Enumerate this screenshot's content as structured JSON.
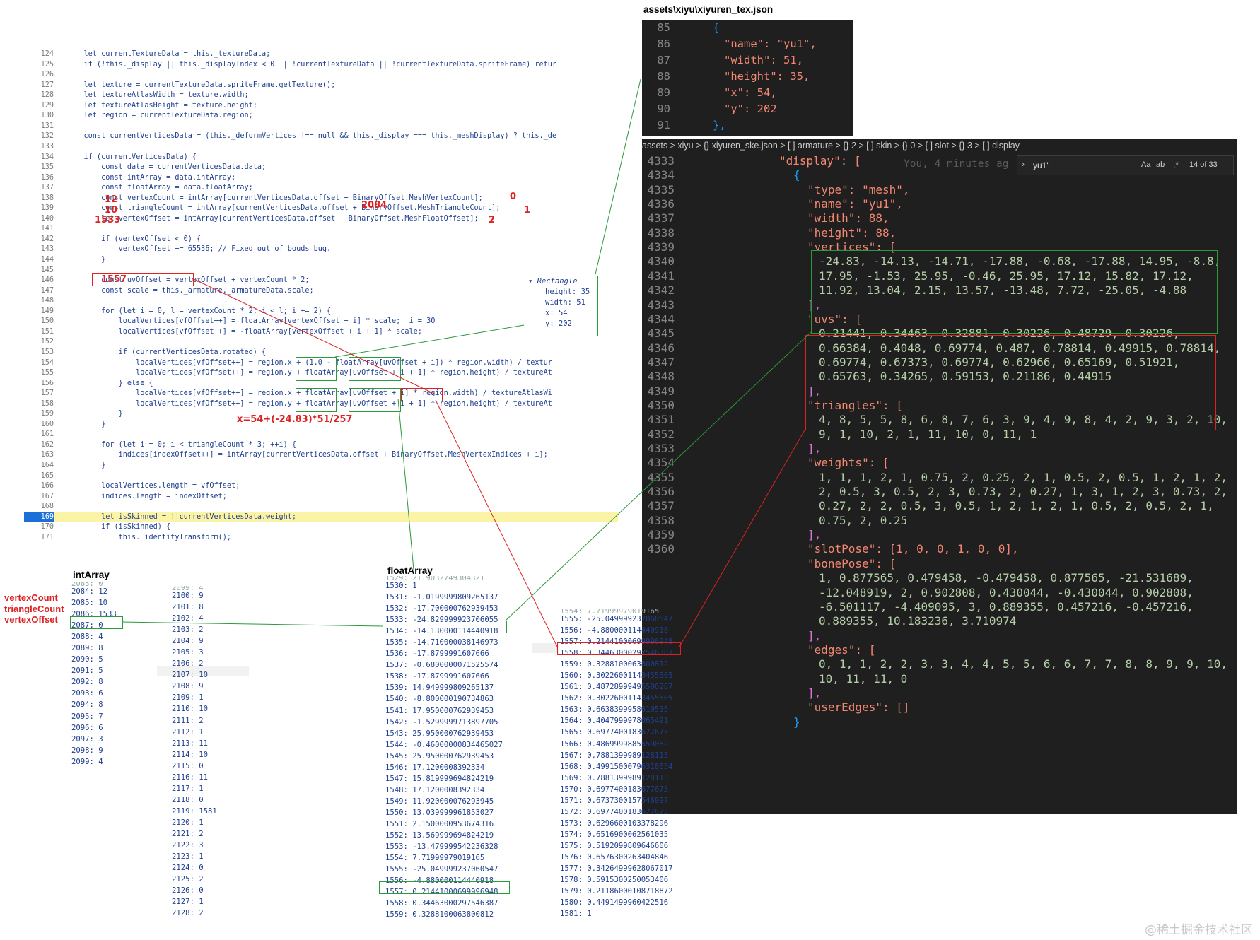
{
  "code": {
    "lines": [
      {
        "n": "124",
        "t": "    let currentTextureData = this._textureData;"
      },
      {
        "n": "125",
        "t": "    if (!this._display || this._displayIndex < 0 || !currentTextureData || !currentTextureData.spriteFrame) retur"
      },
      {
        "n": "126",
        "t": ""
      },
      {
        "n": "127",
        "t": "    let texture = currentTextureData.spriteFrame.getTexture();"
      },
      {
        "n": "128",
        "t": "    let textureAtlasWidth = texture.width;"
      },
      {
        "n": "129",
        "t": "    let textureAtlasHeight = texture.height;"
      },
      {
        "n": "130",
        "t": "    let region = currentTextureData.region;"
      },
      {
        "n": "131",
        "t": ""
      },
      {
        "n": "132",
        "t": "    const currentVerticesData = (this._deformVertices !== null && this._display === this._meshDisplay) ? this._de"
      },
      {
        "n": "133",
        "t": ""
      },
      {
        "n": "134",
        "t": "    if (currentVerticesData) {"
      },
      {
        "n": "135",
        "t": "        const data = currentVerticesData.data;"
      },
      {
        "n": "136",
        "t": "        const intArray = data.intArray;"
      },
      {
        "n": "137",
        "t": "        const floatArray = data.floatArray;"
      },
      {
        "n": "138",
        "t": "        const vertexCount = intArray[currentVerticesData.offset + BinaryOffset.MeshVertexCount];"
      },
      {
        "n": "139",
        "t": "        const triangleCount = intArray[currentVerticesData.offset + BinaryOffset.MeshTriangleCount];"
      },
      {
        "n": "140",
        "t": "        let vertexOffset = intArray[currentVerticesData.offset + BinaryOffset.MeshFloatOffset];"
      },
      {
        "n": "141",
        "t": ""
      },
      {
        "n": "142",
        "t": "        if (vertexOffset < 0) {"
      },
      {
        "n": "143",
        "t": "            vertexOffset += 65536; // Fixed out of bouds bug."
      },
      {
        "n": "144",
        "t": "        }"
      },
      {
        "n": "145",
        "t": ""
      },
      {
        "n": "146",
        "t": "        const uvOffset = vertexOffset + vertexCount * 2;"
      },
      {
        "n": "147",
        "t": "        const scale = this._armature._armatureData.scale;"
      },
      {
        "n": "148",
        "t": ""
      },
      {
        "n": "149",
        "t": "        for (let i = 0, l = vertexCount * 2; i < l; i += 2) {"
      },
      {
        "n": "150",
        "t": "            localVertices[vfOffset++] = floatArray[vertexOffset + i] * scale;  i = 30"
      },
      {
        "n": "151",
        "t": "            localVertices[vfOffset++] = -floatArray[vertexOffset + i + 1] * scale;"
      },
      {
        "n": "152",
        "t": ""
      },
      {
        "n": "153",
        "t": "            if (currentVerticesData.rotated) {"
      },
      {
        "n": "154",
        "t": "                localVertices[vfOffset++] = region.x + (1.0 - floatArray[uvOffset + i]) * region.width) / textur"
      },
      {
        "n": "155",
        "t": "                localVertices[vfOffset++] = region.y + floatArray[uvOffset + i + 1] * region.height) / textureAt"
      },
      {
        "n": "156",
        "t": "            } else {"
      },
      {
        "n": "157",
        "t": "                localVertices[vfOffset++] = region.x + floatArray[uvOffset + i] * region.width) / textureAtlasWi"
      },
      {
        "n": "158",
        "t": "                localVertices[vfOffset++] = region.y + floatArray[uvOffset + i + 1] * region.height) / textureAt"
      },
      {
        "n": "159",
        "t": "            }"
      },
      {
        "n": "160",
        "t": "        }"
      },
      {
        "n": "161",
        "t": ""
      },
      {
        "n": "162",
        "t": "        for (let i = 0; i < triangleCount * 3; ++i) {"
      },
      {
        "n": "163",
        "t": "            indices[indexOffset++] = intArray[currentVerticesData.offset + BinaryOffset.MeshVertexIndices + i];"
      },
      {
        "n": "164",
        "t": "        }"
      },
      {
        "n": "165",
        "t": ""
      },
      {
        "n": "166",
        "t": "        localVertices.length = vfOffset;"
      },
      {
        "n": "167",
        "t": "        indices.length = indexOffset;"
      },
      {
        "n": "168",
        "t": ""
      },
      {
        "n": "169",
        "t": "        let isSkinned = !!currentVerticesData.weight;"
      },
      {
        "n": "170",
        "t": "        if (isSkinned) {"
      },
      {
        "n": "171",
        "t": "            this._identityTransform();"
      }
    ],
    "annotations": {
      "vertexCount": "12",
      "triangleCount": "10",
      "vertexOffset": "1533",
      "offset_value": "2084",
      "offset_0": "0",
      "offset_1": "1",
      "offset_2": "2",
      "uvOffset": "1557",
      "formula": "x=54+(-24.83)*51/257"
    },
    "rectangle_popup": {
      "title": "Rectangle",
      "height": "height: 35",
      "width": "width: 51",
      "x": "x: 54",
      "y": "y: 202"
    }
  },
  "tex_json": {
    "title": "assets\\xiyu\\xiyuren_tex.json",
    "lines": [
      {
        "n": "85",
        "t": "{"
      },
      {
        "n": "86",
        "t": "\"name\": \"yu1\","
      },
      {
        "n": "87",
        "t": "\"width\": 51,"
      },
      {
        "n": "88",
        "t": "\"height\": 35,"
      },
      {
        "n": "89",
        "t": "\"x\": 54,"
      },
      {
        "n": "90",
        "t": "\"y\": 202"
      },
      {
        "n": "91",
        "t": "},"
      }
    ]
  },
  "ske_json": {
    "breadcrumb": "assets > xiyu > {} xiyuren_ske.json > [ ] armature > {} 2 > [ ] skin > {} 0 > [ ] slot > {} 3 > [ ] display",
    "ghost_text": "You, 4 minutes ag",
    "find_query": "yu1\"",
    "find_match_case": "Aa",
    "find_whole_word": "ab",
    "find_regex": ".*",
    "find_result": "14 of 33",
    "line_numbers": [
      "4333",
      "4334",
      "4335",
      "4336",
      "4337",
      "4338",
      "4339",
      "4340",
      "4341",
      "4342",
      "4343",
      "4344",
      "4345",
      "4346",
      "4347",
      "4348",
      "4349",
      "4350",
      "4351",
      "4352",
      "4353",
      "4354",
      "4355",
      "4356",
      "4357",
      "4358",
      "4359",
      "4360"
    ],
    "display_key": "\"display\": [",
    "type_line": "\"type\": \"mesh\",",
    "name_line": "\"name\": \"yu1\",",
    "width_line": "\"width\": 88,",
    "height_line": "\"height\": 88,",
    "vertices_key": "\"vertices\": [",
    "vertices_rows": [
      "-24.83, -14.13, -14.71, -17.88, -0.68, -17.88, 14.95, -8.8,",
      "17.95, -1.53, 25.95, -0.46, 25.95, 17.12, 15.82, 17.12,",
      "11.92, 13.04, 2.15, 13.57, -13.48, 7.72, -25.05, -4.88"
    ],
    "uvs_key": "\"uvs\": [",
    "uvs_rows": [
      "0.21441, 0.34463, 0.32881, 0.30226, 0.48729, 0.30226,",
      "0.66384, 0.4048, 0.69774, 0.487, 0.78814, 0.49915, 0.78814,",
      "0.69774, 0.67373, 0.69774, 0.62966, 0.65169, 0.51921,",
      "0.65763, 0.34265, 0.59153, 0.21186, 0.44915"
    ],
    "triangles_key": "\"triangles\": [",
    "triangles_rows": [
      "4, 8, 5, 5, 8, 6, 8, 7, 6, 3, 9, 4, 9, 8, 4, 2, 9, 3, 2, 10,",
      "9, 1, 10, 2, 1, 11, 10, 0, 11, 1"
    ],
    "weights_key": "\"weights\": [",
    "weights_rows": [
      "1, 1, 1, 2, 1, 0.75, 2, 0.25, 2, 1, 0.5, 2, 0.5, 1, 2, 1, 2,",
      "2, 0.5, 3, 0.5, 2, 3, 0.73, 2, 0.27, 1, 3, 1, 2, 3, 0.73, 2,",
      "0.27, 2, 2, 0.5, 3, 0.5, 1, 2, 1, 2, 1, 0.5, 2, 0.5, 2, 1,",
      "0.75, 2, 0.25"
    ],
    "slotPose_line": "\"slotPose\": [1, 0, 0, 1, 0, 0],",
    "bonePose_key": "\"bonePose\": [",
    "bonePose_rows": [
      "1, 0.877565, 0.479458, -0.479458, 0.877565, -21.531689,",
      "-12.048919, 2, 0.902808, 0.430044, -0.430044, 0.902808,",
      "-6.501117, -4.409095, 3, 0.889355, 0.457216, -0.457216,",
      "0.889355, 10.183236, 3.710974"
    ],
    "edges_key": "\"edges\": [",
    "edges_rows": [
      "0, 1, 1, 2, 2, 3, 3, 4, 4, 5, 5, 6, 6, 7, 7, 8, 8, 9, 9, 10,",
      "10, 11, 11, 0"
    ],
    "userEdges_line": "\"userEdges\": []"
  },
  "intArray": {
    "title": "intArray",
    "labels": [
      "vertexCount",
      "triangleCount",
      "vertexOffset"
    ],
    "col1_partial": "2083: 0",
    "col1": [
      "2084: 12",
      "2085: 10",
      "2086: 1533",
      "2087: 0",
      "2088: 4",
      "2089: 8",
      "2090: 5",
      "2091: 5",
      "2092: 8",
      "2093: 6",
      "2094: 8",
      "2095: 7",
      "2096: 6",
      "2097: 3",
      "2098: 9",
      "2099: 4"
    ],
    "col2_partial": "2099: 4",
    "col2": [
      "2100: 9",
      "2101: 8",
      "2102: 4",
      "2103: 2",
      "2104: 9",
      "2105: 3",
      "2106: 2",
      "2107: 10",
      "2108: 9",
      "2109: 1",
      "2110: 10",
      "2111: 2",
      "2112: 1",
      "2113: 11",
      "2114: 10",
      "2115: 0",
      "2116: 11",
      "2117: 1",
      "2118: 0",
      "2119: 1581",
      "2120: 1",
      "2121: 2",
      "2122: 3",
      "2123: 1",
      "2124: 0",
      "2125: 2",
      "2126: 0",
      "2127: 1",
      "2128: 2"
    ]
  },
  "floatArray": {
    "title": "floatArray",
    "col1_partial": "1529: 21.9032749304321",
    "col1": [
      "1530: 1",
      "1531: -1.0199999809265137",
      "1532: -17.700000762939453",
      "1533: -24.829999923706055",
      "1534: -14.130000114440918",
      "1535: -14.710000038146973",
      "1536: -17.8799991607666",
      "1537: -0.6800000071525574",
      "1538: -17.8799991607666",
      "1539: 14.949999809265137",
      "1540: -8.800000190734863",
      "1541: 17.950000762939453",
      "1542: -1.5299999713897705",
      "1543: 25.950000762939453",
      "1544: -0.46000000834465027",
      "1545: 25.950000762939453",
      "1546: 17.1200008392334",
      "1547: 15.819999694824219",
      "1548: 17.1200008392334",
      "1549: 11.920000076293945",
      "1550: 13.039999961853027",
      "1551: 2.1500000953674316",
      "1552: 13.569999694824219",
      "1553: -13.479999542236328",
      "1554: 7.71999979019165",
      "1555: -25.049999237060547",
      "1556: -4.880000114440918",
      "1557: 0.21441000699996948",
      "1558: 0.34463000297546387",
      "1559: 0.3288100063800812"
    ],
    "col2_partial": "1554: 7.71999979019165",
    "col2": [
      "1555: -25.049999237060547",
      "1556: -4.880000114440918",
      "1557: 0.21441000699996948",
      "1558: 0.34463000297546387",
      "1559: 0.3288100063800812",
      "1560: 0.30226001143455505",
      "1561: 0.48728999495506287",
      "1562: 0.30226001143455505",
      "1563: 0.6638399958610535",
      "1564: 0.4047999978065491",
      "1565: 0.6977400183677673",
      "1566: 0.4869999885559082",
      "1567: 0.7881399989128113",
      "1568: 0.49915000796318054",
      "1569: 0.7881399989128113",
      "1570: 0.6977400183677673",
      "1571: 0.6737300157546997",
      "1572: 0.6977400183677673",
      "1573: 0.6296600103378296",
      "1574: 0.6516900062561035",
      "1575: 0.5192099809646606",
      "1576: 0.6576300263404846",
      "1577: 0.34264999628067017",
      "1578: 0.5915300250053406",
      "1579: 0.21186000108718872",
      "1580: 0.4491499960422516",
      "1581: 1"
    ]
  },
  "watermark": "@稀土掘金技术社区",
  "colors": {
    "red": "#dd2222",
    "green": "#2a9a3a",
    "editor_bg": "#1f1f1f",
    "code_blue": "#1f3f8f"
  }
}
